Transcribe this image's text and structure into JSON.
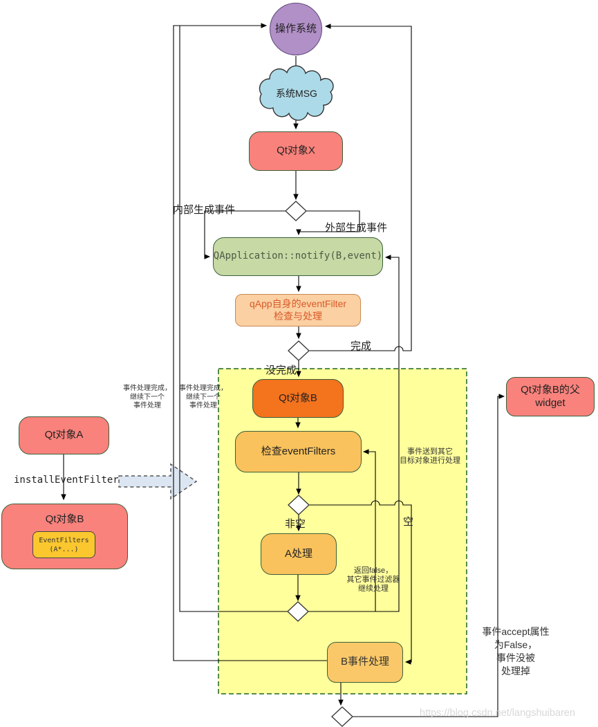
{
  "diagram": {
    "nodes": {
      "os": "操作系统",
      "sys_msg": "系统MSG",
      "qt_object_x": "Qt对象X",
      "qapplication_notify": "QApplication::notify(B,event)",
      "qapp_filter_line1": "qApp自身的eventFilter",
      "qapp_filter_line2": "检查与处理",
      "qt_object_b_main": "Qt对象B",
      "check_eventfilters": "检查eventFilters",
      "a_handler": "A处理",
      "b_event_handler": "B事件处理",
      "qt_object_a": "Qt对象A",
      "qt_object_b_left": "Qt对象B",
      "eventfilters_line1": "EventFilters",
      "eventfilters_line2": "(A*...)",
      "parent_widget_line1": "Qt对象B的父",
      "parent_widget_line2": "widget"
    },
    "edge_labels": {
      "internal_event": "内部生成事件",
      "external_event": "外部生成事件",
      "done": "完成",
      "not_done": "没完成",
      "non_empty": "非空",
      "empty": "空",
      "install_event_filter": "installEventFilter"
    },
    "annotations": {
      "loop_outer": [
        "事件处理完成，",
        "继续下一个",
        "事件处理"
      ],
      "loop_inner": [
        "事件处理完成，",
        "继续下一个",
        "事件处理"
      ],
      "forward": [
        "事件送到其它",
        "目标对象进行处理"
      ],
      "return_false": [
        "返回false，",
        "其它事件过滤器",
        "继续处理"
      ],
      "accept_false": [
        "事件accept属性",
        "为False，",
        "事件没被",
        "处理掉"
      ]
    },
    "watermark": "https://blog.csdn.net/langshuibaren",
    "colors": {
      "node_red": "#F9827C",
      "node_purple": "#B18FC7",
      "cloud_blue": "#ACDAE8",
      "node_green": "#C7D9A5",
      "node_peach": "#FBD0A3",
      "node_orange": "#F4731D",
      "node_amber": "#F9C25C",
      "node_amber_light": "#FAC868",
      "eventfilters_yellow": "#FBC72F",
      "region_yellow": "#FFFF9C",
      "region_border": "#1E641E",
      "block_arrow_fill": "#DCE6F2",
      "qapp_text": "#D85A28",
      "watermark_gray": "#D8D8D8"
    }
  }
}
